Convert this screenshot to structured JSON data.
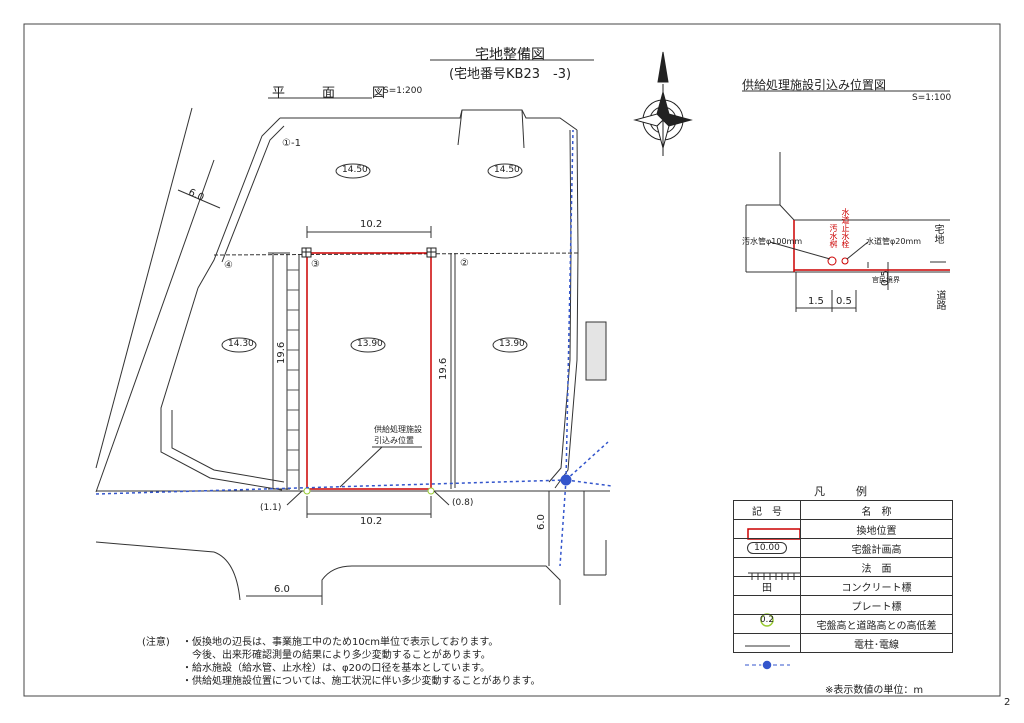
{
  "title": "宅地整備図",
  "subtitle": "(宅地番号KB23　-3)",
  "plan": {
    "label": "平　面　図",
    "scale": "S=1:200",
    "lot_labels": [
      "①-1",
      "②",
      "③",
      "④"
    ],
    "elevations": [
      "14.50",
      "14.50",
      "14.30",
      "13.90",
      "13.90"
    ],
    "dimensions": {
      "top_width": "10.2",
      "bottom_width": "10.2",
      "left_depth": "19.6",
      "right_depth": "19.6",
      "road_top": "6.0",
      "road_right": "6.0",
      "road_bottom": "6.0"
    },
    "height_diffs": [
      "(1.1)",
      "(0.8)"
    ],
    "supply_callout_line1": "供給処理施設",
    "supply_callout_line2": "引込み位置"
  },
  "supply_detail": {
    "title": "供給処理施設引込み位置図",
    "scale": "S=1:100",
    "sewer_pipe": "汚水管φ100mm",
    "water_pipe": "水道管φ20mm",
    "sewer_box": "汚水桝",
    "water_valve": "水道止水栓",
    "boundary": "官民境界",
    "lot_side": "宅地",
    "road_side": "道路",
    "dim_a": "1.5",
    "dim_b": "0.5",
    "dim_v": "0.5"
  },
  "legend": {
    "title": "凡　例",
    "header_symbol": "記　号",
    "header_name": "名　称",
    "items": [
      {
        "name": "換地位置"
      },
      {
        "symbol_text": "10.00",
        "name": "宅盤計画高"
      },
      {
        "name": "法　面"
      },
      {
        "symbol_text": "田",
        "name": "コンクリート標"
      },
      {
        "name": "プレート標"
      },
      {
        "symbol_text": "0.2",
        "name": "宅盤高と道路高との高低差"
      },
      {
        "name": "電柱･電線"
      }
    ],
    "unit_note": "※表示数値の単位：m"
  },
  "notes": {
    "head": "(注意)",
    "lines": [
      "・仮換地の辺長は、事業施工中のため10cm単位で表示しております。",
      "　今後、出来形確認測量の結果により多少変動することがあります。",
      "・給水施設（給水管、止水栓）は、φ20の口径を基本としています。",
      "・供給処理施設位置については、施工状況に伴い多少変動することがあります。"
    ]
  },
  "page_number": "2",
  "colors": {
    "boundary": "#cc0000",
    "utility": "#3355cc",
    "plate": "#99cc33",
    "line": "#333333"
  }
}
